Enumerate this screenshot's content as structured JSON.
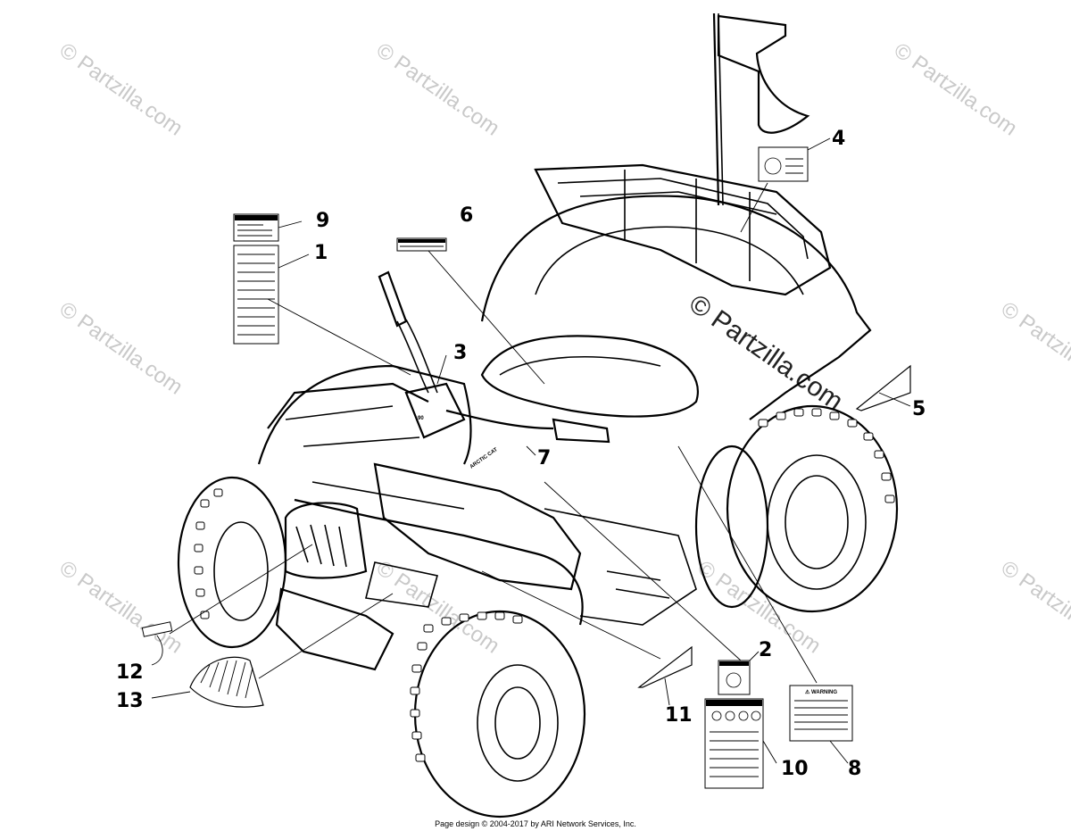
{
  "watermarks": [
    "© Partzilla.com",
    "© Partzilla.com",
    "© Partzilla.com",
    "© Partzilla.com",
    "© Partzilla.com",
    "© Partzilla.com",
    "© Partzilla.com",
    "© Partzilla.com",
    "© Partzilla.com"
  ],
  "center_watermark": "© Partzilla.com",
  "vehicle_brand": "ARCTIC CAT",
  "vehicle_model_badge": "90",
  "label_warning_word": "⚠ WARNING",
  "callouts": [
    "1",
    "2",
    "3",
    "4",
    "5",
    "6",
    "7",
    "8",
    "9",
    "10",
    "11",
    "12",
    "13"
  ],
  "footer": "Page design © 2004-2017 by ARI Network Services, Inc."
}
